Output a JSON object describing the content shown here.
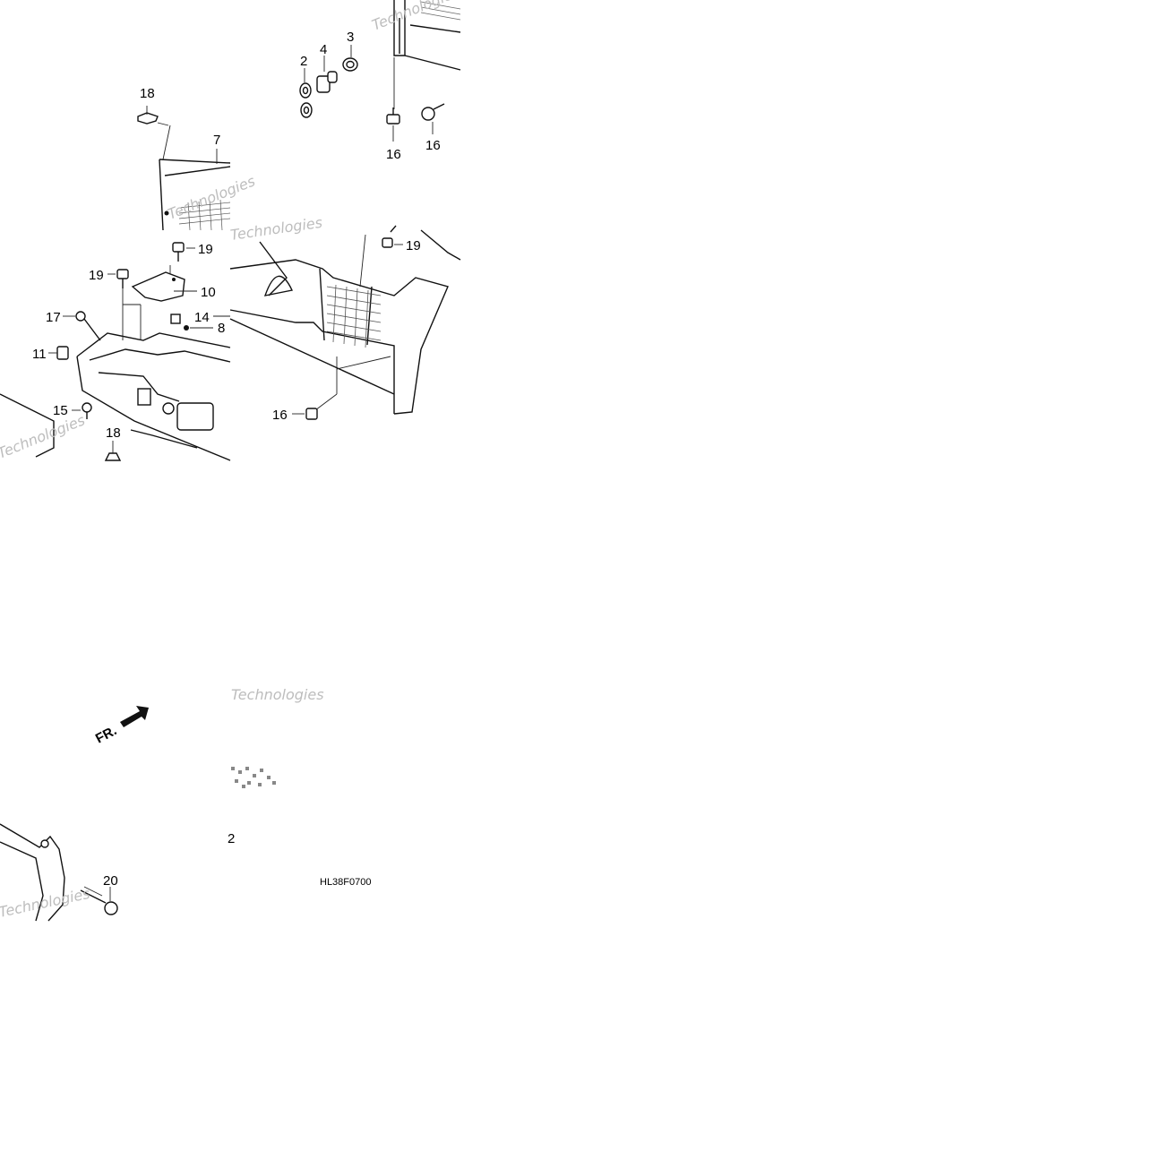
{
  "diagram": {
    "code": "HL38F0700",
    "direction_marker": "FR.",
    "watermark_text": "Technologies",
    "callouts": [
      {
        "id": "c2",
        "label": "2"
      },
      {
        "id": "c4",
        "label": "4"
      },
      {
        "id": "c3",
        "label": "3"
      },
      {
        "id": "c18a",
        "label": "18"
      },
      {
        "id": "c7",
        "label": "7"
      },
      {
        "id": "c16a",
        "label": "16"
      },
      {
        "id": "c16b",
        "label": "16"
      },
      {
        "id": "c19a",
        "label": "19"
      },
      {
        "id": "c19b",
        "label": "19"
      },
      {
        "id": "c19c",
        "label": "19"
      },
      {
        "id": "c10",
        "label": "10"
      },
      {
        "id": "c17",
        "label": "17"
      },
      {
        "id": "c14",
        "label": "14"
      },
      {
        "id": "c8",
        "label": "8"
      },
      {
        "id": "c11",
        "label": "11"
      },
      {
        "id": "c15",
        "label": "15"
      },
      {
        "id": "c18b",
        "label": "18"
      },
      {
        "id": "c16c",
        "label": "16"
      },
      {
        "id": "c20",
        "label": "20"
      },
      {
        "id": "c2b",
        "label": "2"
      }
    ]
  },
  "colors": {
    "ink": "#111111",
    "background": "#ffffff",
    "watermark": "#bdbdbd"
  }
}
